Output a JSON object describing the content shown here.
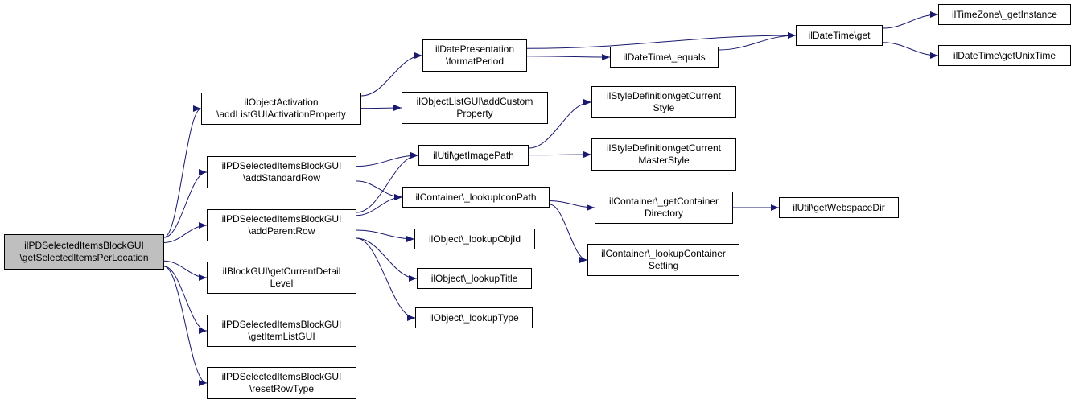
{
  "colors": {
    "edge": "#191970",
    "root_fill": "#bfbfbf",
    "node_fill": "#ffffff",
    "node_border": "#000000"
  },
  "nodes": {
    "root": {
      "lines": [
        "ilPDSelectedItemsBlockGUI",
        "\\getSelectedItemsPerLocation"
      ]
    },
    "objact": {
      "lines": [
        "ilObjectActivation",
        "\\addListGUIActivationProperty"
      ]
    },
    "addstd": {
      "lines": [
        "ilPDSelectedItemsBlockGUI",
        "\\addStandardRow"
      ]
    },
    "addpar": {
      "lines": [
        "ilPDSelectedItemsBlockGUI",
        "\\addParentRow"
      ]
    },
    "blockgui": {
      "lines": [
        "ilBlockGUI\\getCurrentDetail",
        "Level"
      ]
    },
    "itemlist": {
      "lines": [
        "ilPDSelectedItemsBlockGUI",
        "\\getItemListGUI"
      ]
    },
    "resetrow": {
      "lines": [
        "ilPDSelectedItemsBlockGUI",
        "\\resetRowType"
      ]
    },
    "datepres": {
      "lines": [
        "ilDatePresentation",
        "\\formatPeriod"
      ]
    },
    "objlist": {
      "lines": [
        "ilObjectListGUI\\addCustom",
        "Property"
      ]
    },
    "imgpath": {
      "lines": [
        "ilUtil\\getImagePath"
      ]
    },
    "iconpath": {
      "lines": [
        "ilContainer\\_lookupIconPath"
      ]
    },
    "objid": {
      "lines": [
        "ilObject\\_lookupObjId"
      ]
    },
    "objtitle": {
      "lines": [
        "ilObject\\_lookupTitle"
      ]
    },
    "objtype": {
      "lines": [
        "ilObject\\_lookupType"
      ]
    },
    "dtequals": {
      "lines": [
        "ilDateTime\\_equals"
      ]
    },
    "dtget": {
      "lines": [
        "ilDateTime\\get"
      ]
    },
    "tzinst": {
      "lines": [
        "ilTimeZone\\_getInstance"
      ]
    },
    "unixtime": {
      "lines": [
        "ilDateTime\\getUnixTime"
      ]
    },
    "stylecur": {
      "lines": [
        "ilStyleDefinition\\getCurrent",
        "Style"
      ]
    },
    "stylemaster": {
      "lines": [
        "ilStyleDefinition\\getCurrent",
        "MasterStyle"
      ]
    },
    "contdir": {
      "lines": [
        "ilContainer\\_getContainer",
        "Directory"
      ]
    },
    "contset": {
      "lines": [
        "ilContainer\\_lookupContainer",
        "Setting"
      ]
    },
    "webspace": {
      "lines": [
        "ilUtil\\getWebspaceDir"
      ]
    }
  },
  "edges": [
    [
      "root",
      "objact"
    ],
    [
      "root",
      "addstd"
    ],
    [
      "root",
      "addpar"
    ],
    [
      "root",
      "blockgui"
    ],
    [
      "root",
      "itemlist"
    ],
    [
      "root",
      "resetrow"
    ],
    [
      "objact",
      "datepres"
    ],
    [
      "objact",
      "objlist"
    ],
    [
      "addstd",
      "imgpath"
    ],
    [
      "addstd",
      "iconpath"
    ],
    [
      "addpar",
      "imgpath"
    ],
    [
      "addpar",
      "iconpath"
    ],
    [
      "addpar",
      "objid"
    ],
    [
      "addpar",
      "objtitle"
    ],
    [
      "addpar",
      "objtype"
    ],
    [
      "datepres",
      "dtget"
    ],
    [
      "datepres",
      "dtequals"
    ],
    [
      "dtequals",
      "dtget"
    ],
    [
      "dtget",
      "tzinst"
    ],
    [
      "dtget",
      "unixtime"
    ],
    [
      "imgpath",
      "stylecur"
    ],
    [
      "imgpath",
      "stylemaster"
    ],
    [
      "iconpath",
      "contdir"
    ],
    [
      "iconpath",
      "contset"
    ],
    [
      "contdir",
      "webspace"
    ]
  ]
}
